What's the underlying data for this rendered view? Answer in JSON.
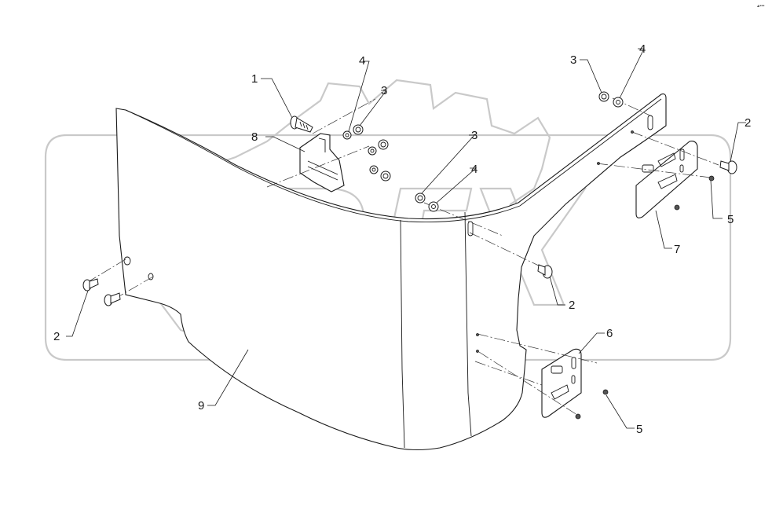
{
  "diagram": {
    "watermark": {
      "text": "OPEX"
    },
    "corner_mark": "▴▪▪▪",
    "callouts": {
      "c1": "1",
      "c2a": "2",
      "c2b": "2",
      "c2c": "2",
      "c3a": "3",
      "c3b": "3",
      "c3c": "3",
      "c4a": "4",
      "c4b": "4",
      "c4c": "4",
      "c5a": "5",
      "c5b": "5",
      "c6": "6",
      "c7": "7",
      "c8": "8",
      "c9": "9"
    }
  }
}
